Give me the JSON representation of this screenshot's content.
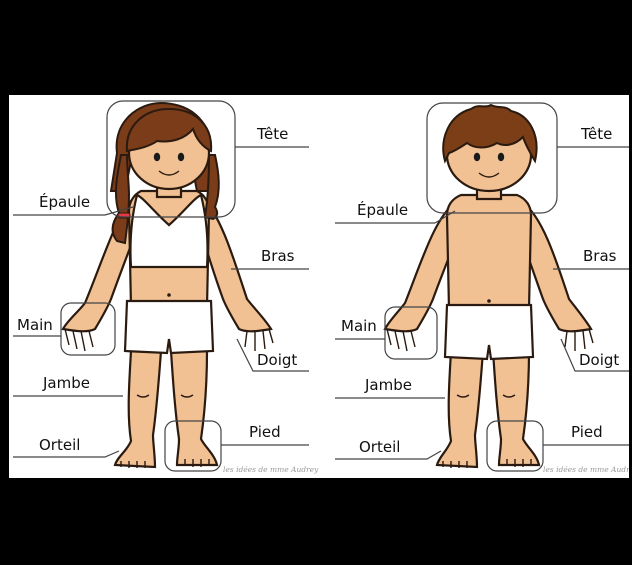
{
  "girl": {
    "labels": {
      "tete": "Tête",
      "epaule": "Épaule",
      "bras": "Bras",
      "main": "Main",
      "doigt": "Doigt",
      "jambe": "Jambe",
      "orteil": "Orteil",
      "pied": "Pied"
    },
    "watermark": "les idées de mme Audrey"
  },
  "boy": {
    "labels": {
      "tete": "Tête",
      "epaule": "Épaule",
      "bras": "Bras",
      "main": "Main",
      "doigt": "Doigt",
      "jambe": "Jambe",
      "orteil": "Orteil",
      "pied": "Pied"
    },
    "watermark": "les idées de mme Audrey"
  }
}
